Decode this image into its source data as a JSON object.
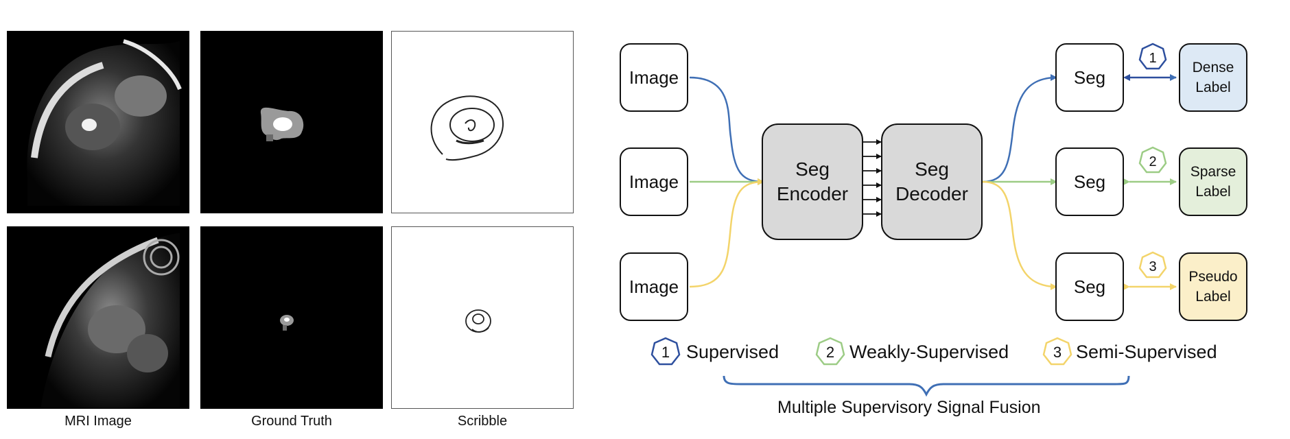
{
  "left_panel": {
    "captions": [
      "MRI Image",
      "Ground Truth",
      "Scribble"
    ]
  },
  "diagram": {
    "inputs": [
      "Image",
      "Image",
      "Image"
    ],
    "encoder": "Seg\nEncoder",
    "decoder": "Seg\nDecoder",
    "outputs": [
      "Seg",
      "Seg",
      "Seg"
    ],
    "labels": [
      {
        "text": "Dense\nLabel",
        "badge": "1",
        "color": "#2d4f9e",
        "fill": "#dde9f5"
      },
      {
        "text": "Sparse\nLabel",
        "badge": "2",
        "color": "#9ccc85",
        "fill": "#e4efdb"
      },
      {
        "text": "Pseudo\nLabel",
        "badge": "3",
        "color": "#f3d46a",
        "fill": "#fbefc9"
      }
    ],
    "legend": [
      {
        "badge": "1",
        "text": "Supervised"
      },
      {
        "badge": "2",
        "text": "Weakly-Supervised"
      },
      {
        "badge": "3",
        "text": "Semi-Supervised"
      }
    ],
    "fusion_label": "Multiple Supervisory Signal Fusion"
  }
}
